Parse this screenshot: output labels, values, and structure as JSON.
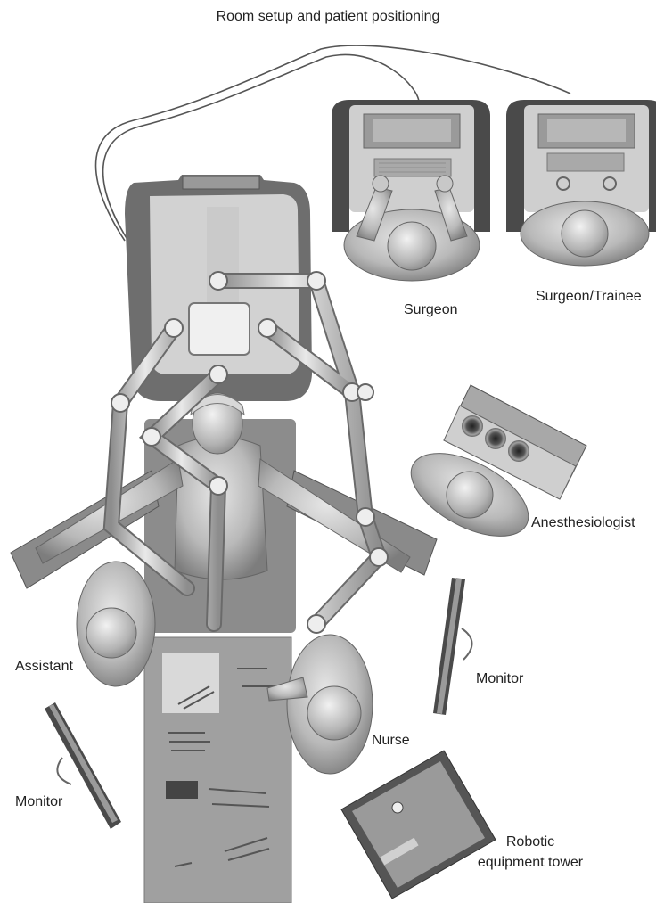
{
  "title": "Room setup and patient positioning",
  "labels": {
    "surgeon": "Surgeon",
    "trainee": "Surgeon/Trainee",
    "anesthesiologist": "Anesthesiologist",
    "assistant": "Assistant",
    "monitor_right": "Monitor",
    "nurse": "Nurse",
    "monitor_left": "Monitor",
    "tower_line1": "Robotic",
    "tower_line2": "equipment tower"
  },
  "icons": [
    "console-icon",
    "operating-table-icon",
    "robotic-arm-icon",
    "person-icon",
    "monitor-icon",
    "instrument-table-icon",
    "equipment-tower-icon"
  ]
}
